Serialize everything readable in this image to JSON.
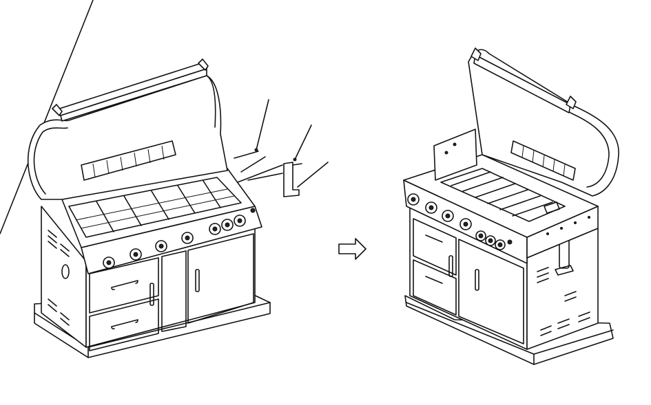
{
  "figure": {
    "panels": [
      {
        "id": "before",
        "description_name": "grill-before-installation"
      },
      {
        "id": "after",
        "description_name": "grill-after-installation"
      }
    ],
    "arrow_icon": "right-hollow-arrow-icon",
    "line_color": "#111111",
    "background": "#ffffff"
  }
}
